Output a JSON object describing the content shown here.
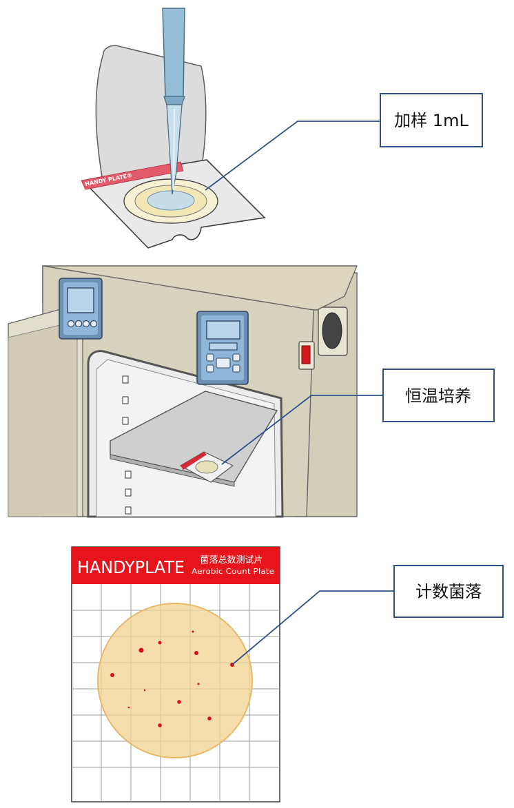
{
  "steps": [
    {
      "label": "加样 1mL"
    },
    {
      "label": "恒温培养"
    },
    {
      "label": "计数菌落"
    }
  ],
  "pipette_scene": {
    "strip_text": "HANDY PLATE®"
  },
  "plate": {
    "brand": "HANDYPLATE",
    "title_cn": "菌落总数测试片",
    "title_en": "Aerobic Count Plate",
    "header_color": "#e8141c",
    "disc_color": "#f3d595",
    "colony_color": "#d4101c"
  },
  "colors": {
    "callout_line": "#2f4f8a",
    "callout_border": "#2f4f8a",
    "incubator_body": "#d7d2bd",
    "control_panel": "#8fb5d9",
    "switch": "#d3191c"
  }
}
